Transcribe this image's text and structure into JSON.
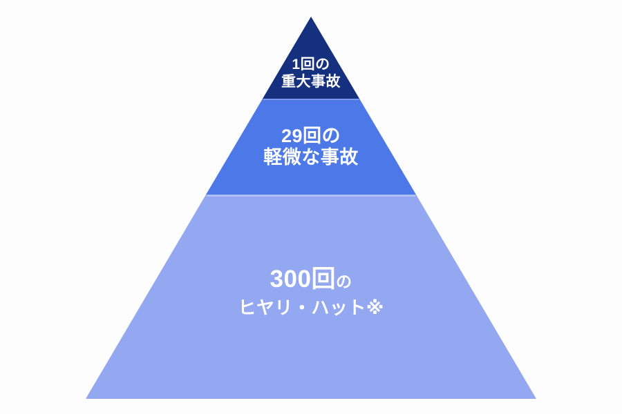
{
  "pyramid": {
    "background_color": "#fdfdfd",
    "text_color": "#ffffff",
    "tiers": [
      {
        "line1": "1回の",
        "line2": "重大事故",
        "color": "#15307f"
      },
      {
        "line1": "29回の",
        "line2": "軽微な事故",
        "color": "#4d78e8"
      },
      {
        "count": "300回",
        "suffix": "の",
        "line2": "ヒヤリ・ハット※",
        "color": "#93a8f0"
      }
    ]
  }
}
